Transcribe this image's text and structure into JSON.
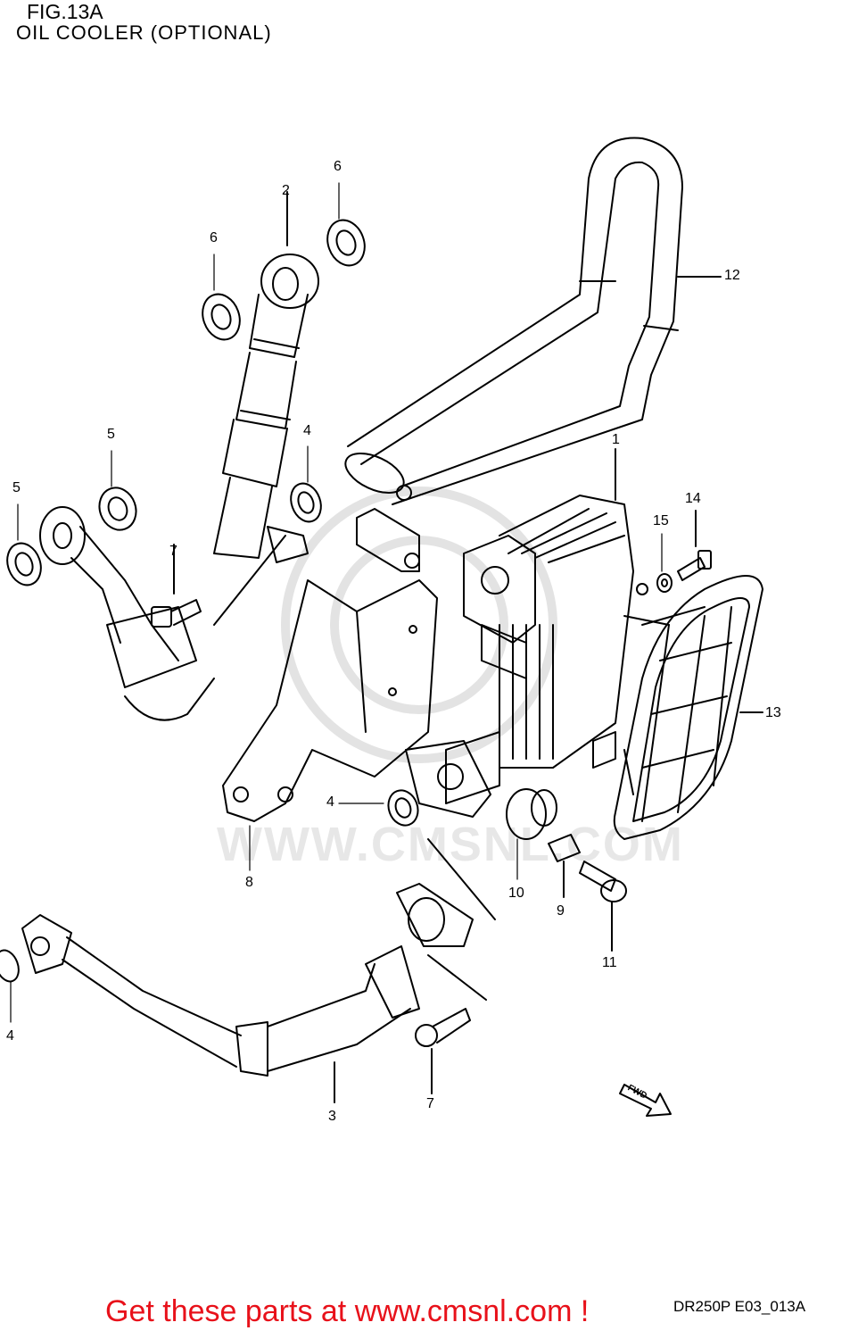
{
  "header": {
    "figure_number": "FIG.13A",
    "title": "OIL COOLER (OPTIONAL)"
  },
  "parts": [
    {
      "ref": "1"
    },
    {
      "ref": "2"
    },
    {
      "ref": "3"
    },
    {
      "ref": "4"
    },
    {
      "ref": "4"
    },
    {
      "ref": "4"
    },
    {
      "ref": "5"
    },
    {
      "ref": "5"
    },
    {
      "ref": "6"
    },
    {
      "ref": "6"
    },
    {
      "ref": "7"
    },
    {
      "ref": "7"
    },
    {
      "ref": "8"
    },
    {
      "ref": "9"
    },
    {
      "ref": "10"
    },
    {
      "ref": "11"
    },
    {
      "ref": "12"
    },
    {
      "ref": "13"
    },
    {
      "ref": "14"
    },
    {
      "ref": "15"
    }
  ],
  "fwd_marker": "FWD",
  "watermark": "WWW.CMSNL.COM",
  "diagram_code": "DR250P E03_013A",
  "footer": {
    "cta": "Get these parts at www.cmsnl.com !",
    "cta_color": "#e8111a"
  }
}
